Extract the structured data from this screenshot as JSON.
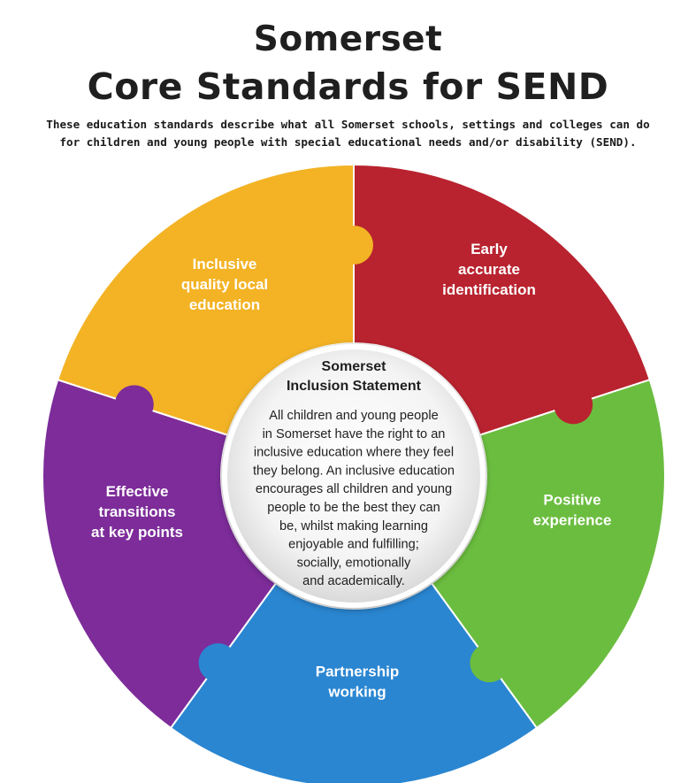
{
  "header": {
    "title_line1": "Somerset",
    "title_line2": "Core Standards for SEND",
    "subtitle_line1": "These education standards describe what all Somerset schools, settings and colleges can do",
    "subtitle_line2": "for children and young people with special educational needs and/or disability (SEND)."
  },
  "wheel": {
    "segments": [
      {
        "name": "early-accurate-identification",
        "color": "#b8232f",
        "lines": [
          "Early",
          "accurate",
          "identification"
        ]
      },
      {
        "name": "positive-experience",
        "color": "#6bbd3f",
        "lines": [
          "Positive",
          "experience"
        ]
      },
      {
        "name": "partnership-working",
        "color": "#2a86d1",
        "lines": [
          "Partnership",
          "working"
        ]
      },
      {
        "name": "effective-transitions",
        "color": "#7d2c9a",
        "lines": [
          "Effective",
          "transitions",
          "at key points"
        ]
      },
      {
        "name": "inclusive-quality-local-education",
        "color": "#f3b325",
        "lines": [
          "Inclusive",
          "quality local",
          "education"
        ]
      }
    ],
    "center": {
      "title_line1": "Somerset",
      "title_line2": "Inclusion Statement",
      "body_lines": [
        "All children and young people",
        "in Somerset have the right to an",
        "inclusive education where they feel",
        "they belong.  An inclusive education",
        "encourages all children and young",
        "people to be the best they can",
        "be, whilst making learning",
        "enjoyable and fulfilling;",
        "socially,  emotionally",
        "and  academically."
      ]
    }
  }
}
